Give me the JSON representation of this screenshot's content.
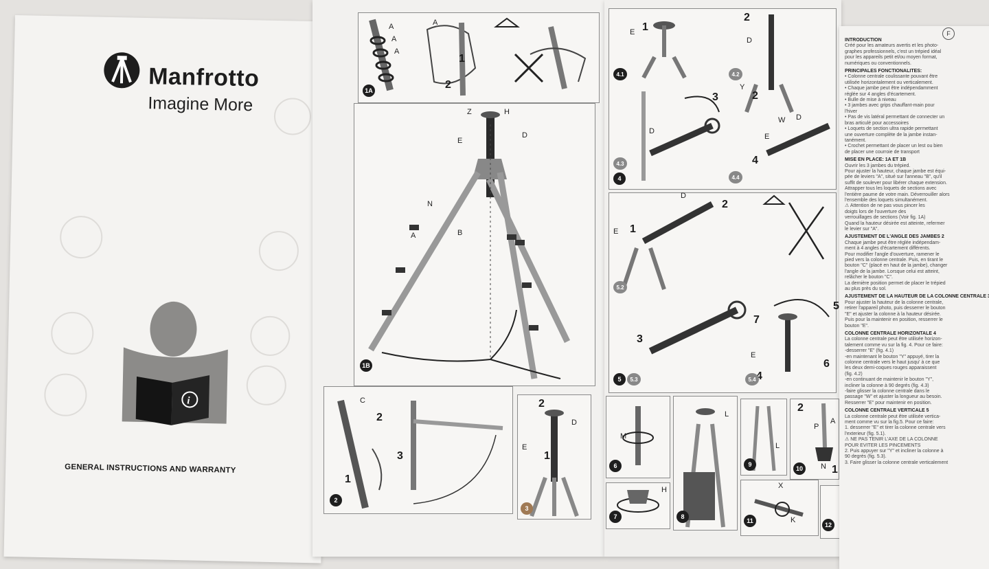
{
  "cover": {
    "brand": "Manfrotto",
    "tagline": "Imagine More",
    "footer_title": "GENERAL INSTRUCTIONS AND WARRANTY",
    "icons": [
      "tripod-logo-icon",
      "reading-person-icon",
      "info-icon"
    ]
  },
  "manual": {
    "panels": [
      {
        "id": "1A",
        "labels": [
          "A",
          "A",
          "A",
          "A",
          "1",
          "2"
        ]
      },
      {
        "id": "1B",
        "labels": [
          "Z",
          "H",
          "D",
          "E",
          "N",
          "A",
          "B"
        ]
      },
      {
        "id": "2",
        "labels": [
          "C",
          "2",
          "3",
          "1"
        ]
      },
      {
        "id": "3",
        "labels": [
          "2",
          "D",
          "E",
          "1"
        ]
      },
      {
        "id": "4.1",
        "labels": [
          "E",
          "1"
        ]
      },
      {
        "id": "4.2",
        "labels": [
          "2",
          "D",
          "Y",
          "2"
        ]
      },
      {
        "id": "4.3",
        "labels": [
          "3",
          "D"
        ]
      },
      {
        "id": "4.4",
        "labels": [
          "W",
          "D",
          "E",
          "4"
        ]
      },
      {
        "id": "4",
        "labels": []
      },
      {
        "id": "5.1",
        "labels": [
          "D",
          "2",
          "E",
          "1"
        ]
      },
      {
        "id": "5.2",
        "labels": []
      },
      {
        "id": "5.3",
        "labels": [
          "3"
        ]
      },
      {
        "id": "5.4",
        "labels": [
          "5",
          "7",
          "E",
          "6",
          "4"
        ]
      },
      {
        "id": "5",
        "labels": []
      },
      {
        "id": "6",
        "labels": [
          "M"
        ]
      },
      {
        "id": "7",
        "labels": [
          "H"
        ]
      },
      {
        "id": "8",
        "labels": [
          "L"
        ]
      },
      {
        "id": "9",
        "labels": [
          "L"
        ]
      },
      {
        "id": "10",
        "labels": [
          "2",
          "P",
          "A",
          "N",
          "1"
        ]
      },
      {
        "id": "11",
        "labels": [
          "X",
          "K"
        ]
      },
      {
        "id": "12",
        "labels": []
      }
    ]
  },
  "text_page": {
    "lang_badge": "F",
    "sections": [
      {
        "heading": "INTRODUCTION",
        "lines": [
          "Créé pour les amateurs avertis et les photo-",
          "graphes professionnels, c'est un trépied idéal",
          "pour les appareils petit et/ou moyen format,",
          "numériques ou conventionnels."
        ]
      },
      {
        "heading": "PRINCIPALES FONCTIONALITES:",
        "lines": [
          "• Colonne centrale coulissante pouvant être",
          "  utilisée horizontalement ou verticalement.",
          "• Chaque jambe peut être indépendamment",
          "  réglée sur 4 angles d'écartement.",
          "• Bulle de mise à niveau",
          "• 3 jambes avec grips chauffant-main pour",
          "  l'hiver",
          "• Pas de vis latéral permettant de connecter un",
          "  bras articulé pour accessoires",
          "• Loquets de section ultra rapide permettant",
          "  une ouverture complète de la jambe instan-",
          "  tanément.",
          "• Crochet permettant de placer un lest ou bien",
          "  de placer une courroie de transport"
        ]
      },
      {
        "heading": "MISE EN PLACE: 1A ET 1B",
        "lines": [
          "Ouvrir les 3 jambes du trépied.",
          "Pour ajuster la hauteur, chaque jambe est équi-",
          "pée de leviers \"A\", situé sur l'anneau \"B\", qu'il",
          "suffit de soulever pour libérer chaque extension.",
          "Attrapper tous les loquets de sections avec",
          "l'entière paume de votre main. Déverrouiller alors",
          "l'ensemble des loquets simultanément.",
          "⚠ Attention de ne pas vous pincer les",
          "  doigts lors de l'ouverture des",
          "  verrouillages de sections (Voir fig. 1A)",
          "Quand la hauteur désirée est atteinte, refermer",
          "le levier sur \"A\"."
        ]
      },
      {
        "heading": "AJUSTEMENT DE L'ANGLE DES JAMBES 2",
        "lines": [
          "Chaque jambe peut être réglée indépendam-",
          "ment à 4 angles d'écartement différents.",
          "Pour modifier l'angle d'ouverture, ramener le",
          "pied vers la colonne centrale. Puis, en tirant le",
          "bouton \"C\" (placé en haut de la jambe), changer",
          "l'angle de la jambe. Lorsque celui est atteint,",
          "relâcher le bouton \"C\".",
          "La dernière position permet de placer le trépied",
          "au plus près du sol."
        ]
      },
      {
        "heading": "AJUSTEMENT DE LA HAUTEUR DE LA COLONNE CENTRALE 3",
        "lines": [
          "Pour ajuster la hauteur de la colonne centrale,",
          "retirer l'appareil photo, puis desserrer le bouton",
          "\"E\" et ajuster la colonne à la hauteur désirée.",
          "Puis pour la maintenir en position, resserrer le",
          "bouton \"E\"."
        ]
      },
      {
        "heading": "COLONNE CENTRALE HORIZONTALE 4",
        "lines": [
          "La colonne centrale peut être utilisée horizon-",
          "talement comme vu sur la fig. 4. Pour ce faire:",
          "-desserrer \"E\" (fig. 4.1)",
          "-en maintenant le bouton \"Y\" appuyé, tirer la",
          "colonne centrale vers le haut jusqu' à ce que",
          "les deux demi-coques rouges apparaissent",
          "(fig. 4.2)",
          "-en continuant de maintenir le bouton \"Y\",",
          "incliner la colonne à 90 degrés (fig. 4.3)",
          "-faire glisser la colonne centrale dans le",
          "passage \"W\" et ajuster la longueur au besoin.",
          "Resserrer \"E\" pour maintenir en position."
        ]
      },
      {
        "heading": "COLONNE CENTRALE VERTICALE 5",
        "lines": [
          "La colonne centrale peut être utilisée vertica-",
          "ment comme vu sur la fig.5. Pour ce faire:",
          "1. desserrer \"E\" et tirer la colonne centrale vers",
          "   l'exterieur (fig. 5.1).",
          "⚠ NE PAS TENIR L'AXE DE LA COLONNE",
          "  POUR EVITER LES PINCEMENTS",
          "2. Puis appuyer sur \"Y\" et incliner la colonne à",
          "   90 degrès (fig. 5.3).",
          "3. Faire glisser la colonne centrale verticalement"
        ]
      }
    ]
  },
  "colors": {
    "ink": "#1e1e1e",
    "paper": "#f4f3f1",
    "ghost": "#dedcd9",
    "cover_figure": "#8c8b89"
  }
}
